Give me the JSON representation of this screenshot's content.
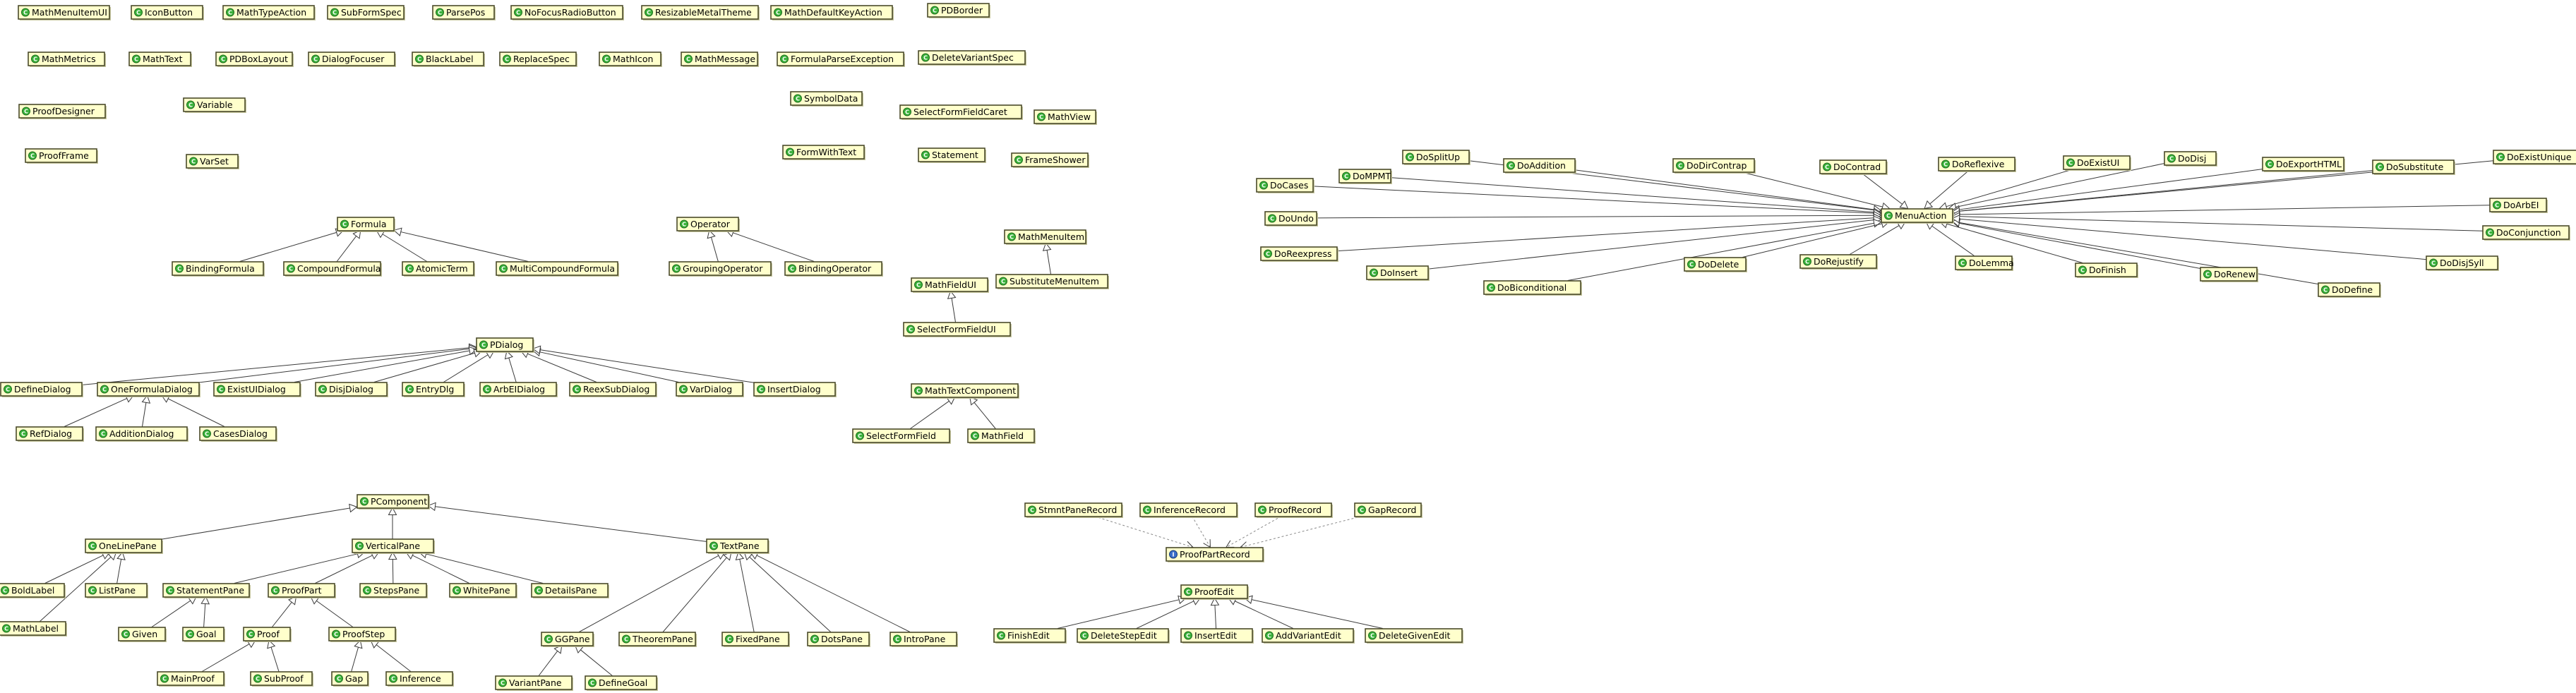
{
  "diagram": {
    "classes": [
      {
        "id": "MathMenuItemUI",
        "label": "MathMenuItemUI"
      },
      {
        "id": "IconButton",
        "label": "IconButton"
      },
      {
        "id": "MathTypeAction",
        "label": "MathTypeAction"
      },
      {
        "id": "SubFormSpec",
        "label": "SubFormSpec"
      },
      {
        "id": "ParsePos",
        "label": "ParsePos"
      },
      {
        "id": "NoFocusRadioButton",
        "label": "NoFocusRadioButton"
      },
      {
        "id": "ResizableMetalTheme",
        "label": "ResizableMetalTheme"
      },
      {
        "id": "MathDefaultKeyAction",
        "label": "MathDefaultKeyAction"
      },
      {
        "id": "PDBorder",
        "label": "PDBorder"
      },
      {
        "id": "MathMetrics",
        "label": "MathMetrics"
      },
      {
        "id": "MathText",
        "label": "MathText"
      },
      {
        "id": "PDBoxLayout",
        "label": "PDBoxLayout"
      },
      {
        "id": "DialogFocuser",
        "label": "DialogFocuser"
      },
      {
        "id": "BlackLabel",
        "label": "BlackLabel"
      },
      {
        "id": "ReplaceSpec",
        "label": "ReplaceSpec"
      },
      {
        "id": "MathIcon",
        "label": "MathIcon"
      },
      {
        "id": "MathMessage",
        "label": "MathMessage"
      },
      {
        "id": "FormulaParseException",
        "label": "FormulaParseException"
      },
      {
        "id": "DeleteVariantSpec",
        "label": "DeleteVariantSpec"
      },
      {
        "id": "ProofDesigner",
        "label": "ProofDesigner"
      },
      {
        "id": "Variable",
        "label": "Variable"
      },
      {
        "id": "SymbolData",
        "label": "SymbolData"
      },
      {
        "id": "SelectFormFieldCaret",
        "label": "SelectFormFieldCaret"
      },
      {
        "id": "MathView",
        "label": "MathView"
      },
      {
        "id": "ProofFrame",
        "label": "ProofFrame"
      },
      {
        "id": "VarSet",
        "label": "VarSet"
      },
      {
        "id": "FormWithText",
        "label": "FormWithText"
      },
      {
        "id": "Statement",
        "label": "Statement"
      },
      {
        "id": "FrameShower",
        "label": "FrameShower"
      },
      {
        "id": "Formula",
        "label": "Formula"
      },
      {
        "id": "BindingFormula",
        "label": "BindingFormula"
      },
      {
        "id": "CompoundFormula",
        "label": "CompoundFormula"
      },
      {
        "id": "AtomicTerm",
        "label": "AtomicTerm"
      },
      {
        "id": "MultiCompoundFormula",
        "label": "MultiCompoundFormula"
      },
      {
        "id": "Operator",
        "label": "Operator"
      },
      {
        "id": "GroupingOperator",
        "label": "GroupingOperator"
      },
      {
        "id": "BindingOperator",
        "label": "BindingOperator"
      },
      {
        "id": "MathMenuItem",
        "label": "MathMenuItem"
      },
      {
        "id": "SubstituteMenuItem",
        "label": "SubstituteMenuItem"
      },
      {
        "id": "MathFieldUI",
        "label": "MathFieldUI"
      },
      {
        "id": "SelectFormFieldUI",
        "label": "SelectFormFieldUI"
      },
      {
        "id": "PDialog",
        "label": "PDialog"
      },
      {
        "id": "DefineDialog",
        "label": "DefineDialog"
      },
      {
        "id": "OneFormulaDialog",
        "label": "OneFormulaDialog"
      },
      {
        "id": "ExistUIDialog",
        "label": "ExistUIDialog"
      },
      {
        "id": "DisjDialog",
        "label": "DisjDialog"
      },
      {
        "id": "EntryDlg",
        "label": "EntryDlg"
      },
      {
        "id": "ArbEIDialog",
        "label": "ArbEIDialog"
      },
      {
        "id": "ReexSubDialog",
        "label": "ReexSubDialog"
      },
      {
        "id": "VarDialog",
        "label": "VarDialog"
      },
      {
        "id": "InsertDialog",
        "label": "InsertDialog"
      },
      {
        "id": "RefDialog",
        "label": "RefDialog"
      },
      {
        "id": "AdditionDialog",
        "label": "AdditionDialog"
      },
      {
        "id": "CasesDialog",
        "label": "CasesDialog"
      },
      {
        "id": "MathTextComponent",
        "label": "MathTextComponent"
      },
      {
        "id": "SelectFormField",
        "label": "SelectFormField"
      },
      {
        "id": "MathField",
        "label": "MathField"
      },
      {
        "id": "PComponent",
        "label": "PComponent"
      },
      {
        "id": "OneLinePane",
        "label": "OneLinePane"
      },
      {
        "id": "VerticalPane",
        "label": "VerticalPane"
      },
      {
        "id": "TextPane",
        "label": "TextPane"
      },
      {
        "id": "BoldLabel",
        "label": "BoldLabel"
      },
      {
        "id": "ListPane",
        "label": "ListPane"
      },
      {
        "id": "MathLabel",
        "label": "MathLabel"
      },
      {
        "id": "StatementPane",
        "label": "StatementPane"
      },
      {
        "id": "ProofPart",
        "label": "ProofPart"
      },
      {
        "id": "StepsPane",
        "label": "StepsPane"
      },
      {
        "id": "WhitePane",
        "label": "WhitePane"
      },
      {
        "id": "DetailsPane",
        "label": "DetailsPane"
      },
      {
        "id": "Given",
        "label": "Given"
      },
      {
        "id": "Goal",
        "label": "Goal"
      },
      {
        "id": "Proof",
        "label": "Proof"
      },
      {
        "id": "ProofStep",
        "label": "ProofStep"
      },
      {
        "id": "MainProof",
        "label": "MainProof"
      },
      {
        "id": "SubProof",
        "label": "SubProof"
      },
      {
        "id": "Gap",
        "label": "Gap"
      },
      {
        "id": "Inference",
        "label": "Inference"
      },
      {
        "id": "GGPane",
        "label": "GGPane"
      },
      {
        "id": "TheoremPane",
        "label": "TheoremPane"
      },
      {
        "id": "FixedPane",
        "label": "FixedPane"
      },
      {
        "id": "DotsPane",
        "label": "DotsPane"
      },
      {
        "id": "IntroPane",
        "label": "IntroPane"
      },
      {
        "id": "VariantPane",
        "label": "VariantPane"
      },
      {
        "id": "DefineGoal",
        "label": "DefineGoal"
      },
      {
        "id": "StmntPaneRecord",
        "label": "StmntPaneRecord"
      },
      {
        "id": "InferenceRecord",
        "label": "InferenceRecord"
      },
      {
        "id": "ProofRecord",
        "label": "ProofRecord"
      },
      {
        "id": "GapRecord",
        "label": "GapRecord"
      },
      {
        "id": "ProofPartRecord",
        "label": "ProofPartRecord",
        "kind": "interface"
      },
      {
        "id": "ProofEdit",
        "label": "ProofEdit"
      },
      {
        "id": "FinishEdit",
        "label": "FinishEdit"
      },
      {
        "id": "DeleteStepEdit",
        "label": "DeleteStepEdit"
      },
      {
        "id": "InsertEdit",
        "label": "InsertEdit"
      },
      {
        "id": "AddVariantEdit",
        "label": "AddVariantEdit"
      },
      {
        "id": "DeleteGivenEdit",
        "label": "DeleteGivenEdit"
      },
      {
        "id": "MenuAction",
        "label": "MenuAction"
      },
      {
        "id": "DoSplitUp",
        "label": "DoSplitUp"
      },
      {
        "id": "DoAddition",
        "label": "DoAddition"
      },
      {
        "id": "DoMPMT",
        "label": "DoMPMT"
      },
      {
        "id": "DoCases",
        "label": "DoCases"
      },
      {
        "id": "DoUndo",
        "label": "DoUndo"
      },
      {
        "id": "DoReexpress",
        "label": "DoReexpress"
      },
      {
        "id": "DoInsert",
        "label": "DoInsert"
      },
      {
        "id": "DoBiconditional",
        "label": "DoBiconditional"
      },
      {
        "id": "DoDirContrap",
        "label": "DoDirContrap"
      },
      {
        "id": "DoDelete",
        "label": "DoDelete"
      },
      {
        "id": "DoContrad",
        "label": "DoContrad"
      },
      {
        "id": "DoRejustify",
        "label": "DoRejustify"
      },
      {
        "id": "DoReflexive",
        "label": "DoReflexive"
      },
      {
        "id": "DoLemma",
        "label": "DoLemma"
      },
      {
        "id": "DoExistUI",
        "label": "DoExistUI"
      },
      {
        "id": "DoFinish",
        "label": "DoFinish"
      },
      {
        "id": "DoDisj",
        "label": "DoDisj"
      },
      {
        "id": "DoRenew",
        "label": "DoRenew"
      },
      {
        "id": "DoExportHTML",
        "label": "DoExportHTML"
      },
      {
        "id": "DoSubstitute",
        "label": "DoSubstitute"
      },
      {
        "id": "DoDefine",
        "label": "DoDefine"
      },
      {
        "id": "DoExistUnique",
        "label": "DoExistUnique"
      },
      {
        "id": "DoArbEI",
        "label": "DoArbEI"
      },
      {
        "id": "DoConjunction",
        "label": "DoConjunction"
      },
      {
        "id": "DoDisjSyll",
        "label": "DoDisjSyll"
      }
    ],
    "inheritance": [
      [
        "BindingFormula",
        "Formula"
      ],
      [
        "CompoundFormula",
        "Formula"
      ],
      [
        "AtomicTerm",
        "Formula"
      ],
      [
        "MultiCompoundFormula",
        "Formula"
      ],
      [
        "GroupingOperator",
        "Operator"
      ],
      [
        "BindingOperator",
        "Operator"
      ],
      [
        "SubstituteMenuItem",
        "MathMenuItem"
      ],
      [
        "SelectFormFieldUI",
        "MathFieldUI"
      ],
      [
        "DefineDialog",
        "PDialog"
      ],
      [
        "OneFormulaDialog",
        "PDialog"
      ],
      [
        "ExistUIDialog",
        "PDialog"
      ],
      [
        "DisjDialog",
        "PDialog"
      ],
      [
        "EntryDlg",
        "PDialog"
      ],
      [
        "ArbEIDialog",
        "PDialog"
      ],
      [
        "ReexSubDialog",
        "PDialog"
      ],
      [
        "VarDialog",
        "PDialog"
      ],
      [
        "InsertDialog",
        "PDialog"
      ],
      [
        "RefDialog",
        "OneFormulaDialog"
      ],
      [
        "AdditionDialog",
        "OneFormulaDialog"
      ],
      [
        "CasesDialog",
        "OneFormulaDialog"
      ],
      [
        "SelectFormField",
        "MathTextComponent"
      ],
      [
        "MathField",
        "MathTextComponent"
      ],
      [
        "OneLinePane",
        "PComponent"
      ],
      [
        "VerticalPane",
        "PComponent"
      ],
      [
        "TextPane",
        "PComponent"
      ],
      [
        "BoldLabel",
        "OneLinePane"
      ],
      [
        "ListPane",
        "OneLinePane"
      ],
      [
        "MathLabel",
        "OneLinePane"
      ],
      [
        "StatementPane",
        "VerticalPane"
      ],
      [
        "ProofPart",
        "VerticalPane"
      ],
      [
        "StepsPane",
        "VerticalPane"
      ],
      [
        "WhitePane",
        "VerticalPane"
      ],
      [
        "DetailsPane",
        "VerticalPane"
      ],
      [
        "Given",
        "StatementPane"
      ],
      [
        "Goal",
        "StatementPane"
      ],
      [
        "Proof",
        "ProofPart"
      ],
      [
        "ProofStep",
        "ProofPart"
      ],
      [
        "MainProof",
        "Proof"
      ],
      [
        "SubProof",
        "Proof"
      ],
      [
        "Gap",
        "ProofStep"
      ],
      [
        "Inference",
        "ProofStep"
      ],
      [
        "GGPane",
        "TextPane"
      ],
      [
        "TheoremPane",
        "TextPane"
      ],
      [
        "FixedPane",
        "TextPane"
      ],
      [
        "DotsPane",
        "TextPane"
      ],
      [
        "IntroPane",
        "TextPane"
      ],
      [
        "VariantPane",
        "GGPane"
      ],
      [
        "DefineGoal",
        "GGPane"
      ],
      [
        "FinishEdit",
        "ProofEdit"
      ],
      [
        "DeleteStepEdit",
        "ProofEdit"
      ],
      [
        "InsertEdit",
        "ProofEdit"
      ],
      [
        "AddVariantEdit",
        "ProofEdit"
      ],
      [
        "DeleteGivenEdit",
        "ProofEdit"
      ],
      [
        "DoSplitUp",
        "MenuAction"
      ],
      [
        "DoAddition",
        "MenuAction"
      ],
      [
        "DoMPMT",
        "MenuAction"
      ],
      [
        "DoCases",
        "MenuAction"
      ],
      [
        "DoUndo",
        "MenuAction"
      ],
      [
        "DoReexpress",
        "MenuAction"
      ],
      [
        "DoInsert",
        "MenuAction"
      ],
      [
        "DoBiconditional",
        "MenuAction"
      ],
      [
        "DoDirContrap",
        "MenuAction"
      ],
      [
        "DoDelete",
        "MenuAction"
      ],
      [
        "DoContrad",
        "MenuAction"
      ],
      [
        "DoRejustify",
        "MenuAction"
      ],
      [
        "DoReflexive",
        "MenuAction"
      ],
      [
        "DoLemma",
        "MenuAction"
      ],
      [
        "DoExistUI",
        "MenuAction"
      ],
      [
        "DoFinish",
        "MenuAction"
      ],
      [
        "DoDisj",
        "MenuAction"
      ],
      [
        "DoRenew",
        "MenuAction"
      ],
      [
        "DoExportHTML",
        "MenuAction"
      ],
      [
        "DoSubstitute",
        "MenuAction"
      ],
      [
        "DoDefine",
        "MenuAction"
      ],
      [
        "DoExistUnique",
        "MenuAction"
      ],
      [
        "DoArbEI",
        "MenuAction"
      ],
      [
        "DoConjunction",
        "MenuAction"
      ],
      [
        "DoDisjSyll",
        "MenuAction"
      ]
    ],
    "realization": [
      [
        "StmntPaneRecord",
        "ProofPartRecord"
      ],
      [
        "InferenceRecord",
        "ProofPartRecord"
      ],
      [
        "ProofRecord",
        "ProofPartRecord"
      ],
      [
        "GapRecord",
        "ProofPartRecord"
      ]
    ]
  }
}
